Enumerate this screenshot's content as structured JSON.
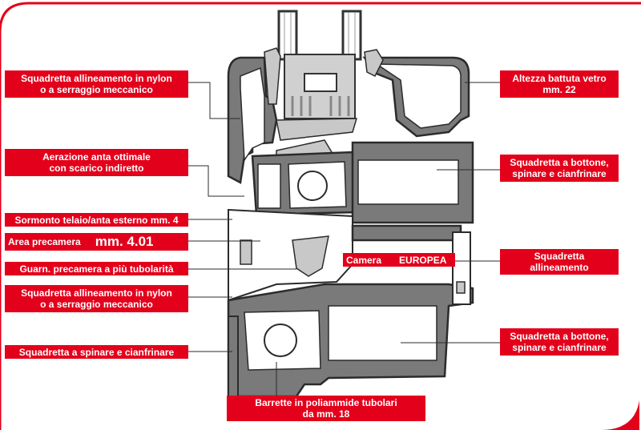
{
  "colors": {
    "accent": "#e3001b",
    "profile": "#777777",
    "profile_dark": "#2b2b2b",
    "gasket": "#c8c8c8"
  },
  "labels": {
    "squadretta_nylon_top": {
      "line1": "Squadretta  allineamento in nylon",
      "line2": "o a serraggio meccanico"
    },
    "aerazione": {
      "line1": "Aerazione anta ottimale",
      "line2": "con scarico indiretto"
    },
    "sormonto": "Sormonto telaio/anta esterno mm. 4",
    "area_precamera": {
      "text": "Area precamera",
      "value": "mm. 4.01"
    },
    "guarnizione": "Guarn. precamera a più tubolarità",
    "squadretta_nylon_bottom": {
      "line1": "Squadretta  allineamento in nylon",
      "line2": "o a serraggio meccanico"
    },
    "squadretta_spinare": "Squadretta a spinare e   cianfrinare",
    "barrette": {
      "line1": "Barrette in poliammide tubolari",
      "line2": "da mm. 18"
    },
    "altezza_battuta": {
      "line1": "Altezza  battuta vetro",
      "line2": "mm. 22"
    },
    "squadretta_bottone_top": {
      "line1": "Squadretta a  bottone,",
      "line2": "spinare e   cianfrinare"
    },
    "camera": {
      "text": "Camera",
      "value": "EUROPEA"
    },
    "squadretta_allineamento": {
      "line1": "Squadretta",
      "line2": "allineamento"
    },
    "squadretta_bottone_bottom": {
      "line1": "Squadretta a  bottone,",
      "line2": "spinare e   cianfrinare"
    }
  }
}
